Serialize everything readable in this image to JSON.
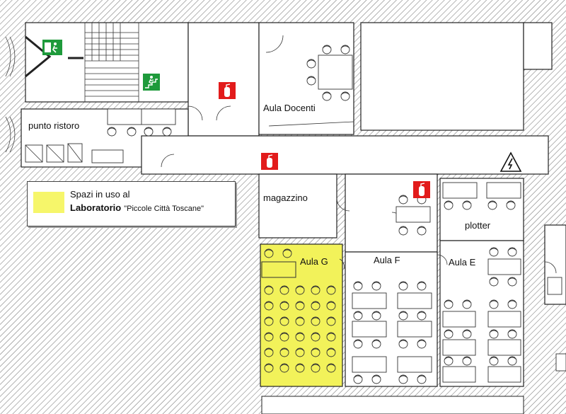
{
  "rooms": {
    "aula_docenti": "Aula Docenti",
    "punto_ristoro": "punto ristoro",
    "magazzino": "magazzino",
    "aula_g": "Aula G",
    "aula_f": "Aula F",
    "aula_e": "Aula E",
    "plotter": "plotter"
  },
  "legend": {
    "line1": "Spazi in uso al",
    "line2_bold": "Laboratorio",
    "line2_rest": "\"Piccole Città Toscane\"",
    "highlight_color": "#f6f66a"
  },
  "colors": {
    "wall_hatch": "#777777",
    "exit_sign_green": "#1e9a3b",
    "extinguisher_red": "#e21b1b",
    "in_use_yellow": "#f2f25a"
  },
  "icons": [
    "emergency-exit-icon",
    "stair-exit-icon",
    "fire-extinguisher-icon",
    "high-voltage-icon"
  ]
}
